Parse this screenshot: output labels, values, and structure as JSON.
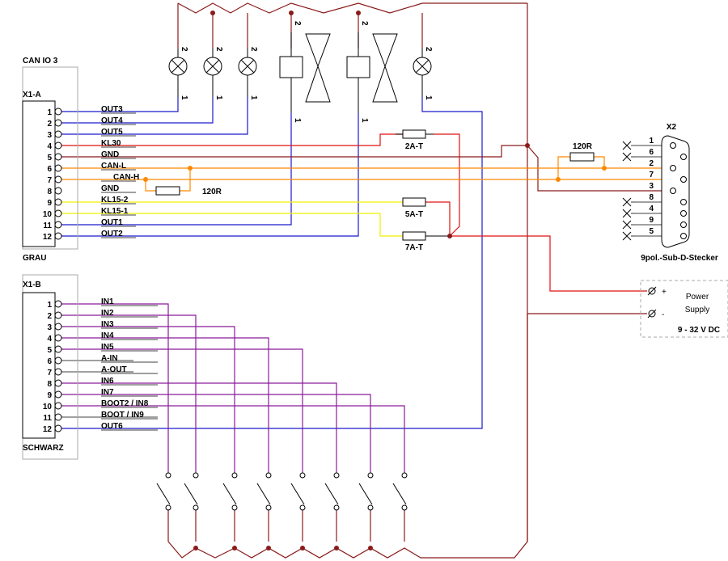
{
  "module": {
    "title": "CAN IO 3",
    "x1a": {
      "label": "X1-A",
      "color": "GRAU",
      "pins": [
        {
          "num": "1",
          "signal": "OUT3"
        },
        {
          "num": "2",
          "signal": "OUT4"
        },
        {
          "num": "3",
          "signal": "OUT5"
        },
        {
          "num": "4",
          "signal": "KL30"
        },
        {
          "num": "5",
          "signal": "GND"
        },
        {
          "num": "6",
          "signal": "CAN-L"
        },
        {
          "num": "7",
          "signal": "CAN-H"
        },
        {
          "num": "8",
          "signal": "GND"
        },
        {
          "num": "9",
          "signal": "KL15-2"
        },
        {
          "num": "10",
          "signal": "KL15-1"
        },
        {
          "num": "11",
          "signal": "OUT1"
        },
        {
          "num": "12",
          "signal": "OUT2"
        }
      ]
    },
    "x1b": {
      "label": "X1-B",
      "color": "SCHWARZ",
      "pins": [
        {
          "num": "1",
          "signal": "IN1"
        },
        {
          "num": "2",
          "signal": "IN2"
        },
        {
          "num": "3",
          "signal": "IN3"
        },
        {
          "num": "4",
          "signal": "IN4"
        },
        {
          "num": "5",
          "signal": "IN5"
        },
        {
          "num": "6",
          "signal": "A-IN"
        },
        {
          "num": "7",
          "signal": "A-OUT"
        },
        {
          "num": "8",
          "signal": "IN6"
        },
        {
          "num": "9",
          "signal": "IN7"
        },
        {
          "num": "10",
          "signal": "BOOT2 / IN8"
        },
        {
          "num": "11",
          "signal": "BOOT / IN9"
        },
        {
          "num": "12",
          "signal": "OUT6"
        }
      ]
    }
  },
  "components": {
    "fuses": [
      "2A-T",
      "5A-T",
      "7A-T"
    ],
    "resistor_left": "120R",
    "resistor_right": "120R",
    "load_pin_top": "2",
    "load_pin_bottom": "1"
  },
  "connector_x2": {
    "label": "X2",
    "caption": "9pol.-Sub-D-Stecker",
    "pins": [
      "1",
      "6",
      "2",
      "7",
      "3",
      "8",
      "4",
      "9",
      "5"
    ]
  },
  "power_supply": {
    "line1": "Power",
    "line2": "Supply",
    "range": "9 - 32 V DC",
    "plus": "+",
    "minus": "-"
  },
  "colors": {
    "dark_red": "#8b1a1a",
    "blue": "#1a1acc",
    "red": "#e01010",
    "orange": "#ff8800",
    "yellow": "#f0f000",
    "purple": "#8a1a9a",
    "gray_dash": "#aaaaaa"
  }
}
